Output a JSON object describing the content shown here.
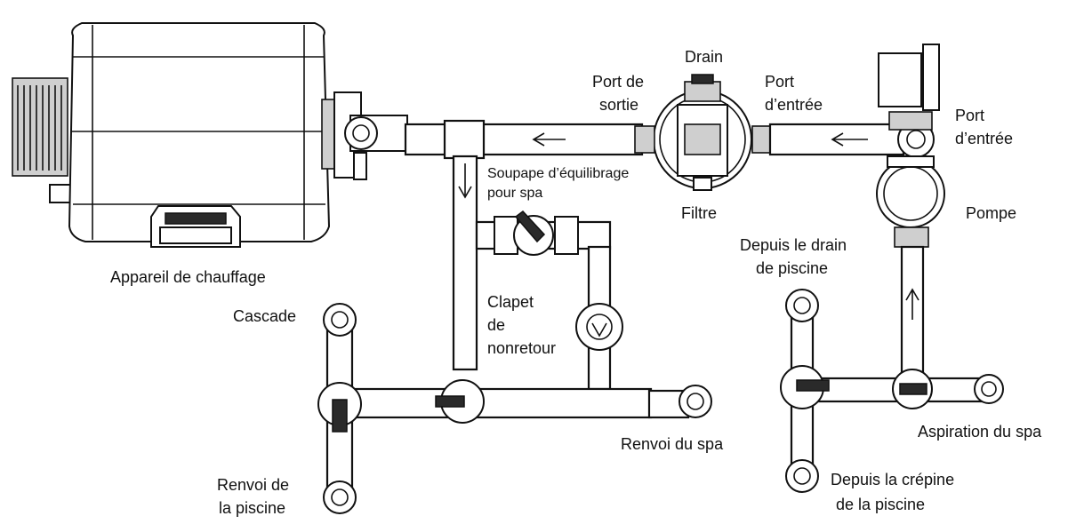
{
  "labels": {
    "drain": "Drain",
    "port_sortie_1": "Port de",
    "port_sortie_2": "sortie",
    "port_entree_filtre_1": "Port",
    "port_entree_filtre_2": "d’entrée",
    "port_entree_pompe_1": "Port",
    "port_entree_pompe_2": "d’entrée",
    "soupape_1": "Soupape d’équilibrage",
    "soupape_2": "pour spa",
    "filtre": "Filtre",
    "pompe": "Pompe",
    "appareil": "Appareil de chauffage",
    "depuis_drain_1": "Depuis le drain",
    "depuis_drain_2": "de piscine",
    "cascade": "Cascade",
    "clapet_1": "Clapet",
    "clapet_2": "de",
    "clapet_3": "nonretour",
    "renvoi_spa": "Renvoi du spa",
    "aspiration_spa": "Aspiration du spa",
    "renvoi_piscine_1": "Renvoi de",
    "renvoi_piscine_2": "la piscine",
    "depuis_crepine_1": "Depuis la crépine",
    "depuis_crepine_2": "de la piscine"
  }
}
